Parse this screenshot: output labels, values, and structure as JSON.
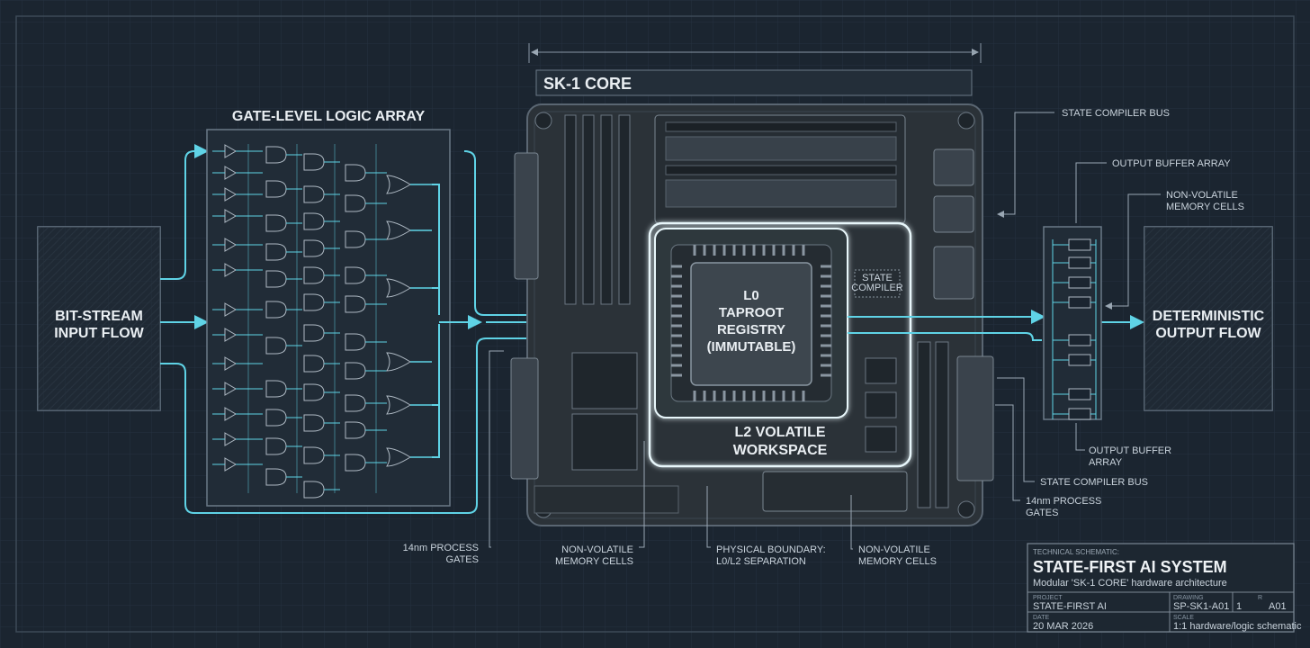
{
  "input_block": {
    "line1": "BIT-STREAM",
    "line2": "INPUT FLOW"
  },
  "output_block": {
    "line1": "DETERMINISTIC",
    "line2": "OUTPUT FLOW"
  },
  "logic_array": {
    "title": "GATE-LEVEL LOGIC ARRAY",
    "gate_and": "AND",
    "gate_not": "NOT",
    "gate_nand": "NAND"
  },
  "core": {
    "title": "SK-1 CORE",
    "l0_line1": "L0",
    "l0_line2": "TAPROOT",
    "l0_line3": "REGISTRY",
    "l0_line4": "(IMMUTABLE)",
    "l2_line1": "L2 VOLATILE",
    "l2_line2": "WORKSPACE",
    "state_compiler_line1": "STATE",
    "state_compiler_line2": "COMPILER"
  },
  "callouts": {
    "state_compiler_bus_top": "STATE COMPILER BUS",
    "output_buffer_array_top": "OUTPUT BUFFER ARRAY",
    "nvm_right_line1": "NON-VOLATILE",
    "nvm_right_line2": "MEMORY CELLS",
    "output_buffer_array_bottom_line1": "OUTPUT BUFFER",
    "output_buffer_array_bottom_line2": "ARRAY",
    "state_compiler_bus_bottom": "STATE COMPILER BUS",
    "process_right_line1": "14nm PROCESS",
    "process_right_line2": "GATES",
    "process_left_line1": "14nm PROCESS",
    "process_left_line2": "GATES",
    "nvm_bottom_left_line1": "NON-VOLATILE",
    "nvm_bottom_left_line2": "MEMORY CELLS",
    "boundary_line1": "PHYSICAL BOUNDARY:",
    "boundary_line2": "L0/L2 SEPARATION",
    "nvm_bottom_right_line1": "NON-VOLATILE",
    "nvm_bottom_right_line2": "MEMORY CELLS"
  },
  "title_block": {
    "label": "TECHNICAL SCHEMATIC:",
    "title": "STATE-FIRST AI SYSTEM",
    "subtitle": "Modular 'SK-1 CORE' hardware architecture",
    "project_label": "PROJECT",
    "project": "STATE-FIRST AI",
    "drawing_label": "DRAWING",
    "drawing_no": "SP-SK1-A01",
    "sheet_label": "1",
    "rev_label": "R",
    "rev": "A01",
    "date_label": "DATE",
    "date": "20 MAR 2026",
    "scale_label": "SCALE",
    "scale": "1:1 hardware/logic schematic"
  },
  "colors": {
    "background": "#1b2530",
    "line": "#8a98a6",
    "accent": "#5fd3e6",
    "board": "#2b3238"
  }
}
